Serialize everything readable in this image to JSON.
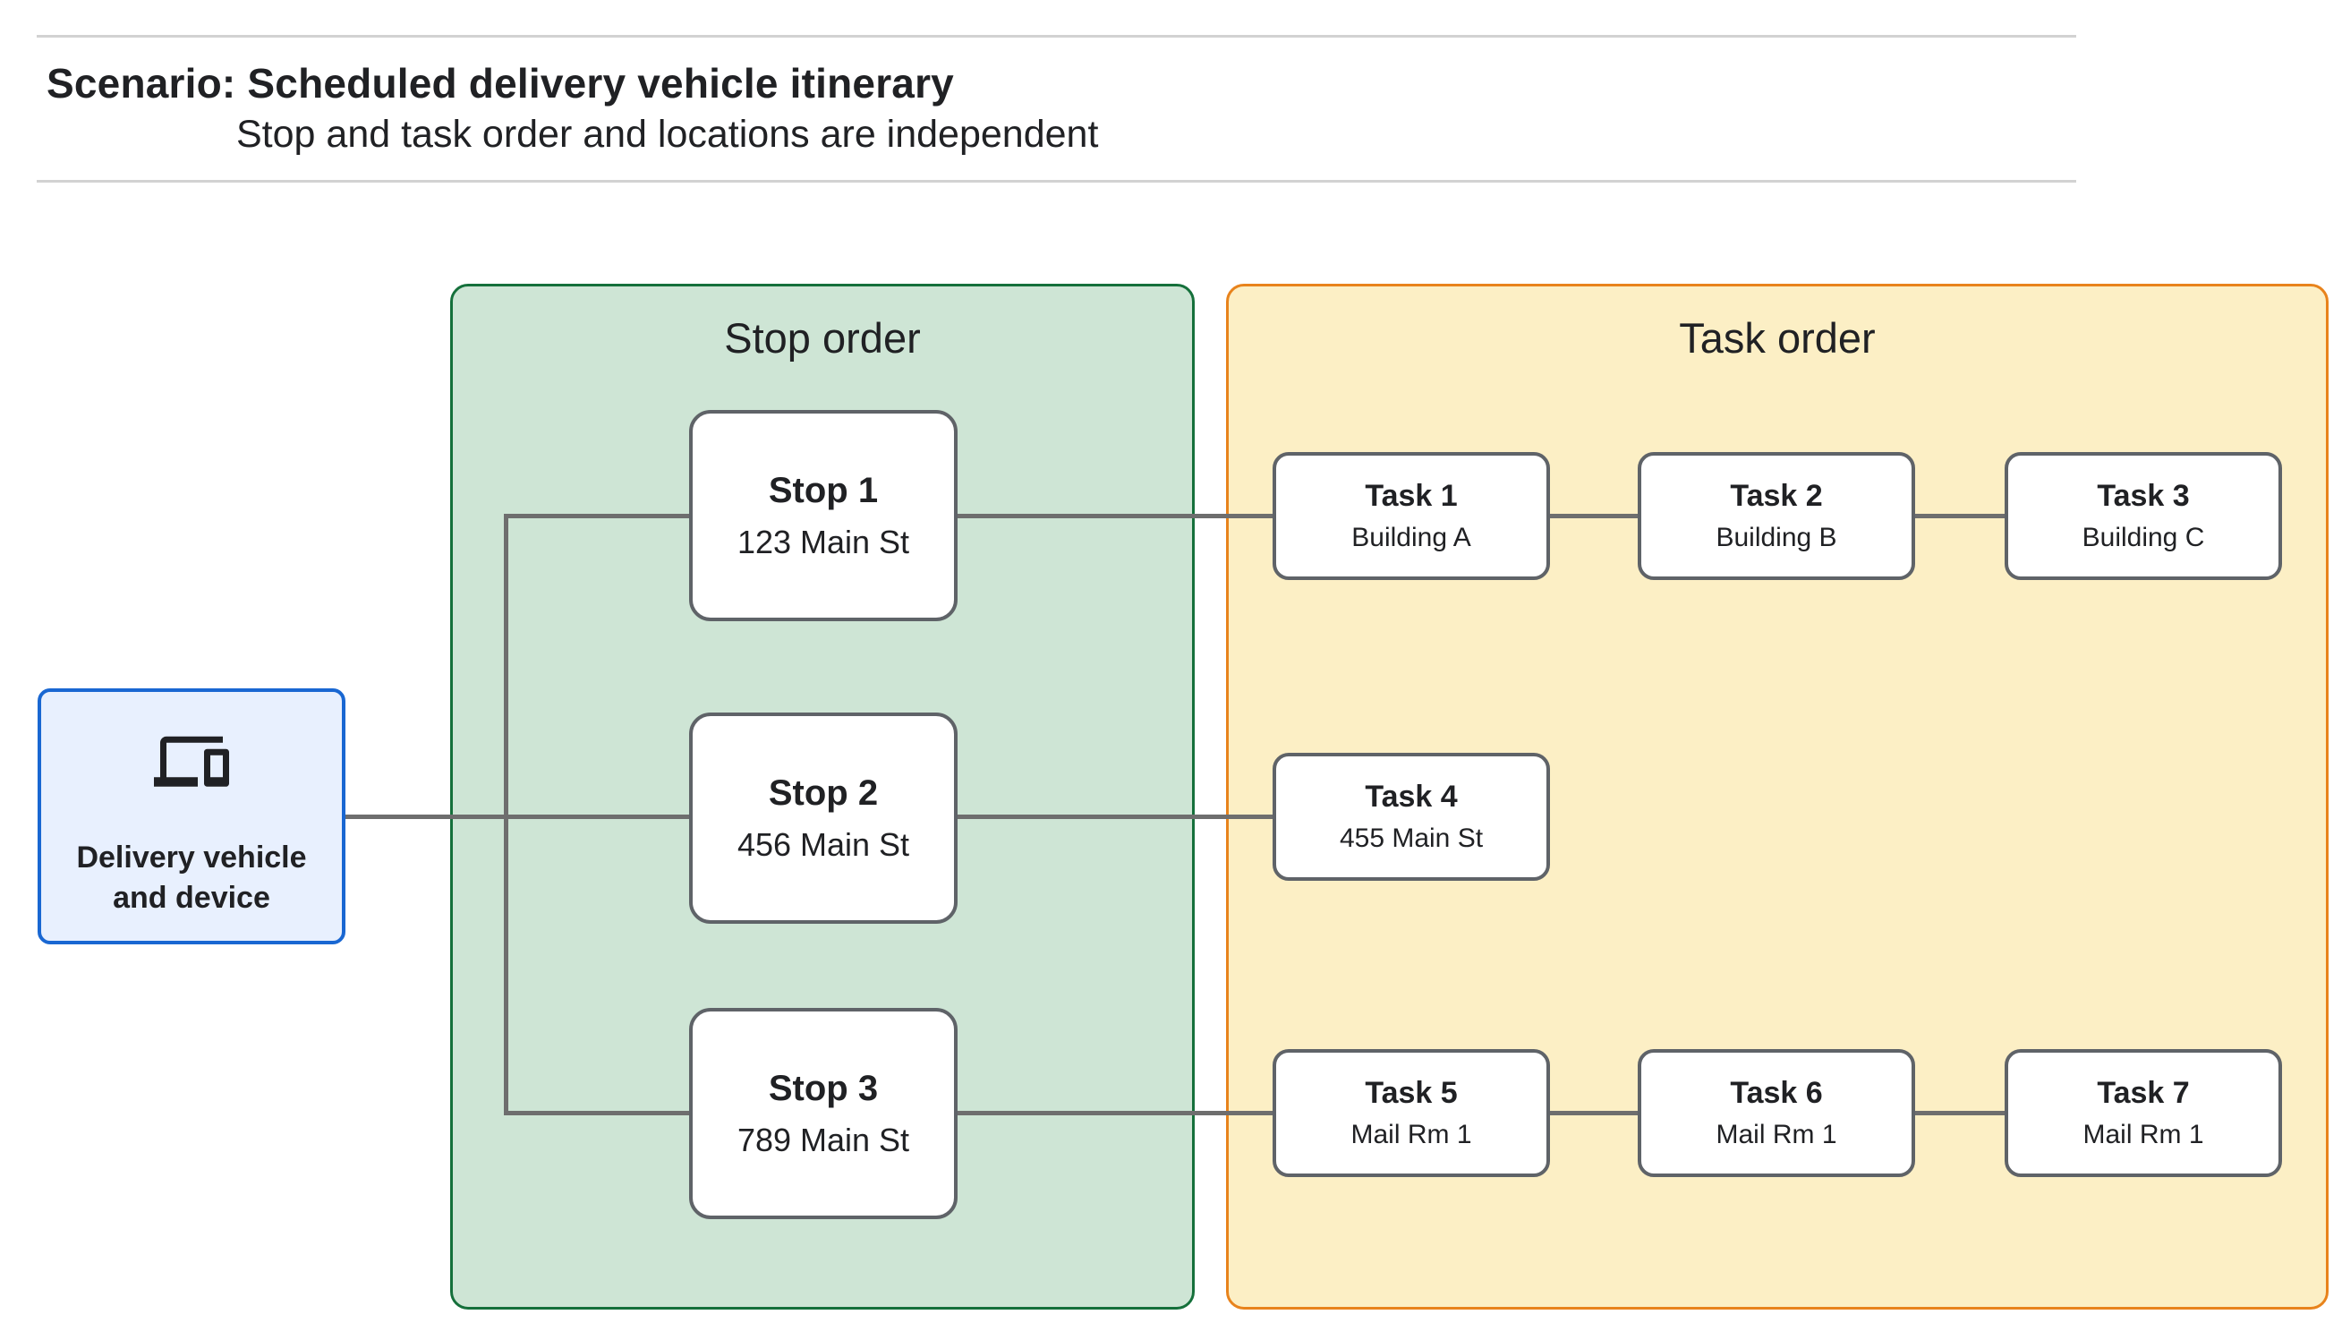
{
  "header": {
    "title": "Scenario: Scheduled delivery vehicle itinerary",
    "subtitle": "Stop and task order and locations are independent"
  },
  "source_node": {
    "icon": "devices-icon",
    "label": "Delivery vehicle and device"
  },
  "stop_panel": {
    "title": "Stop order",
    "stops": [
      {
        "title": "Stop 1",
        "location": "123 Main St"
      },
      {
        "title": "Stop 2",
        "location": "456 Main St"
      },
      {
        "title": "Stop 3",
        "location": "789 Main St"
      }
    ]
  },
  "task_panel": {
    "title": "Task order",
    "tasks": [
      {
        "title": "Task 1",
        "location": "Building A"
      },
      {
        "title": "Task 2",
        "location": "Building B"
      },
      {
        "title": "Task 3",
        "location": "Building C"
      },
      {
        "title": "Task 4",
        "location": "455 Main St"
      },
      {
        "title": "Task 5",
        "location": "Mail Rm 1"
      },
      {
        "title": "Task 6",
        "location": "Mail Rm 1"
      },
      {
        "title": "Task 7",
        "location": "Mail Rm 1"
      }
    ]
  },
  "edges": [
    {
      "from": "Delivery vehicle and device",
      "to": "Stop 1"
    },
    {
      "from": "Delivery vehicle and device",
      "to": "Stop 2"
    },
    {
      "from": "Delivery vehicle and device",
      "to": "Stop 3"
    },
    {
      "from": "Stop 1",
      "to": "Task 1"
    },
    {
      "from": "Task 1",
      "to": "Task 2"
    },
    {
      "from": "Task 2",
      "to": "Task 3"
    },
    {
      "from": "Stop 2",
      "to": "Task 4"
    },
    {
      "from": "Stop 3",
      "to": "Task 5"
    },
    {
      "from": "Task 5",
      "to": "Task 6"
    },
    {
      "from": "Task 6",
      "to": "Task 7"
    }
  ],
  "colors": {
    "page_background": "#FFFFFF",
    "text": "#202124",
    "divider": "#D2D2D2",
    "source_fill": "#E8F0FE",
    "source_border": "#1967D2",
    "stop_panel_fill": "#CEE5D5",
    "stop_panel_border": "#15703B",
    "task_panel_fill": "#FCEFC5",
    "task_panel_border": "#E8831C",
    "node_fill": "#FFFFFF",
    "node_border": "#5F6368",
    "connector": "#6E6E6E"
  }
}
